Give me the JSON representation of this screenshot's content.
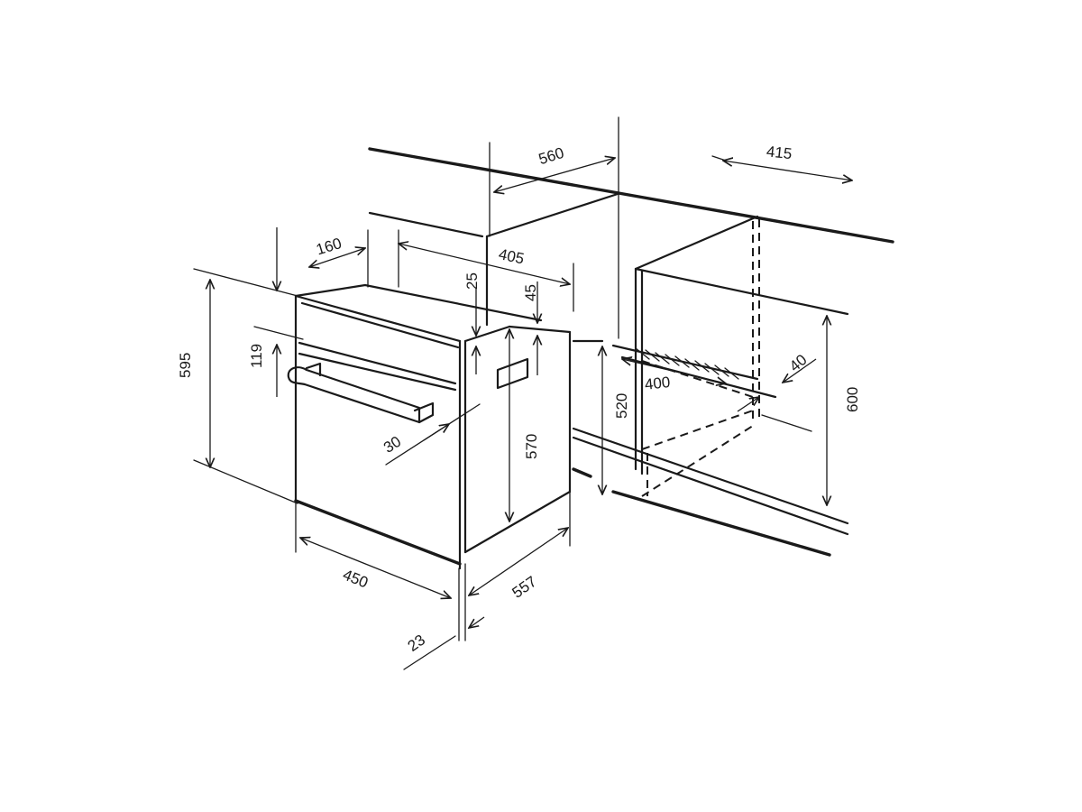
{
  "colors": {
    "line": "#1a1a1a",
    "background": "#ffffff"
  },
  "dimensions": {
    "cabinet_depth": "560",
    "cabinet_width": "415",
    "top_depth": "405",
    "top_offset": "160",
    "top_gap": "25",
    "rear_gap": "45",
    "panel_height": "119",
    "overall_height": "595",
    "handle_depth": "30",
    "body_height": "570",
    "niche_height": "520",
    "cutout_width": "400",
    "vent_depth": "40",
    "niche_total_height": "600",
    "front_width": "450",
    "body_depth": "557",
    "door_thickness": "23"
  }
}
